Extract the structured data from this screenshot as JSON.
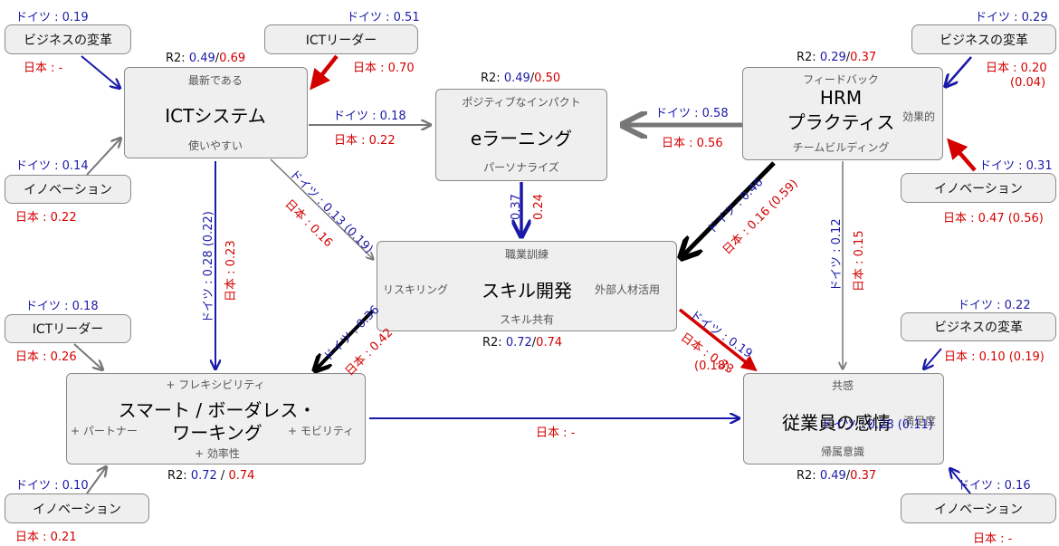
{
  "colors": {
    "germany": "#1a1aa8",
    "japan": "#d40000",
    "neutral": "#777777",
    "strong": "#000000"
  },
  "nodes": {
    "ict": {
      "top": "最新である",
      "title": "ICTシステム",
      "bottom": "使いやすい",
      "r2_label": "R2: ",
      "r2_de": "0.49",
      "r2_jp": "0.69"
    },
    "el": {
      "top": "ポジティブなインパクト",
      "title": "eラーニング",
      "bottom": "パーソナライズ",
      "r2_label": "R2: ",
      "r2_de": "0.49",
      "r2_jp": "0.50"
    },
    "hrm": {
      "top": "フィードバック",
      "title1": "HRM",
      "title2": "プラクティス",
      "right": "効果的",
      "bottom": "チームビルディング",
      "r2_label": "R2: ",
      "r2_de": "0.29",
      "r2_jp": "0.37"
    },
    "skill": {
      "top": "職業訓練",
      "title": "スキル開発",
      "left": "リスキリング",
      "right": "外部人材活用",
      "bottom": "スキル共有",
      "r2_label": "R2: ",
      "r2_de": "0.72",
      "r2_jp": "0.74"
    },
    "smart": {
      "top": "+ フレキシビリティ",
      "title1": "スマート / ボーダレス・",
      "title2": "ワーキング",
      "left": "+ パートナー",
      "right": "+ モビリティ",
      "bottom": "+ 効率性",
      "r2_label": "R2: ",
      "r2_de": "0.72",
      "r2_jp": "0.74"
    },
    "emp": {
      "top": "共感",
      "title": "従業員の感情",
      "right": "満足度",
      "bottom": "帰属意識",
      "r2_label": "R2: ",
      "r2_de": "0.49",
      "r2_jp": "0.37"
    }
  },
  "small": {
    "biz1": {
      "label": "ビジネスの変革",
      "de": "ドイツ : 0.19",
      "jp": "日本 : -"
    },
    "ictl1": {
      "label": "ICTリーダー",
      "de": "ドイツ : 0.51",
      "jp": "日本 : 0.70"
    },
    "inno1": {
      "label": "イノベーション",
      "de": "ドイツ : 0.14",
      "jp": "日本 : 0.22"
    },
    "ictl2": {
      "label": "ICTリーダー",
      "de": "ドイツ : 0.18",
      "jp": "日本 : 0.26"
    },
    "inno2": {
      "label": "イノベーション",
      "de": "ドイツ : 0.10",
      "jp": "日本 : 0.21"
    },
    "biz2": {
      "label": "ビジネスの変革",
      "de": "ドイツ : 0.29",
      "jp": "日本 : 0.20",
      "jp2": "(0.04)"
    },
    "inno3": {
      "label": "イノベーション",
      "de": "ドイツ : 0.31",
      "jp": "日本 : 0.47 (0.56)"
    },
    "biz3": {
      "label": "ビジネスの変革",
      "de": "ドイツ : 0.22",
      "jp": "日本 : 0.10 (0.19)"
    },
    "inno4": {
      "label": "イノベーション",
      "de": "ドイツ : 0.16",
      "jp": "日本 : -"
    }
  },
  "edges": {
    "ict_el": {
      "de": "ドイツ : 0.18",
      "jp": "日本 : 0.22"
    },
    "hrm_el": {
      "de": "ドイツ : 0.58",
      "jp": "日本 : 0.56"
    },
    "el_skill": {
      "de": "0.37",
      "jp": "0.24"
    },
    "hrm_skill": {
      "de": "ドイツ : 0.46",
      "jp": "日本 : 0.16 (0.59)"
    },
    "hrm_emp": {
      "de": "ドイツ : 0.12",
      "jp": "日本 : 0.15"
    },
    "ict_skill": {
      "de": "ドイツ : 0.13 (0.19)",
      "jp": "日本 : 0.16"
    },
    "ict_smart": {
      "de": "ドイツ : 0.28 (0.22)",
      "jp": "日本 : 0.23"
    },
    "skill_smart": {
      "de": "ドイツ : 0.36",
      "jp": "日本 : 0.42"
    },
    "skill_emp": {
      "de": "ドイツ : 0.19",
      "jp": "日本 : 0.33",
      "jp2": "(0.18)"
    },
    "smart_emp": {
      "de": "ドイツ : 0.28 (0.11)",
      "jp": "日本 : -"
    }
  }
}
